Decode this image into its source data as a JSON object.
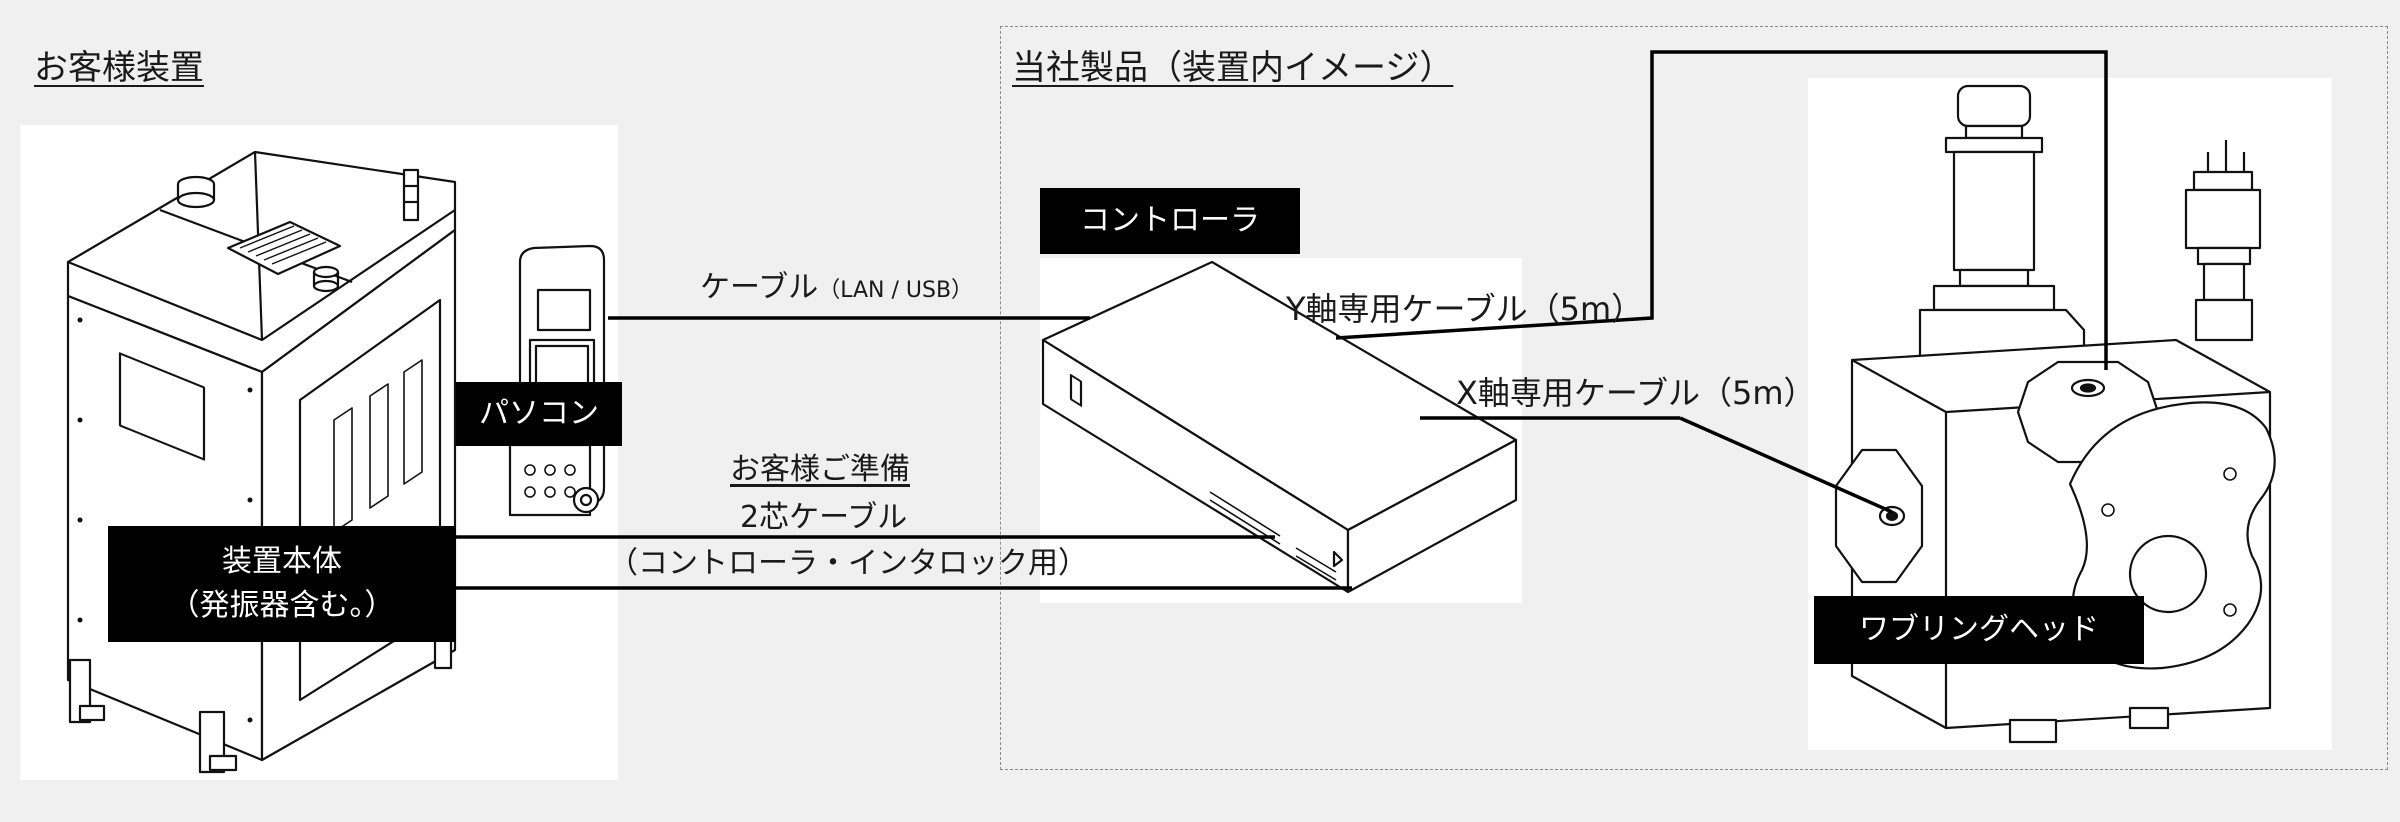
{
  "headings": {
    "customer_equipment": "お客様装置",
    "our_product": "当社製品（装置内イメージ）"
  },
  "labels": {
    "pc": "パソコン",
    "main_unit_line1": "装置本体",
    "main_unit_line2": "（発振器含む。）",
    "controller": "コントローラ",
    "wobbling_head": "ワブリングヘッド"
  },
  "cables": {
    "lan_main": "ケーブル",
    "lan_sub": "（LAN / USB）",
    "y_axis": "Y軸専用ケーブル（5m）",
    "x_axis": "X軸専用ケーブル（5m）",
    "customer_prepare": "お客様ご準備",
    "two_core": "2芯ケーブル",
    "interlock": "（コントローラ・インタロック用）"
  }
}
